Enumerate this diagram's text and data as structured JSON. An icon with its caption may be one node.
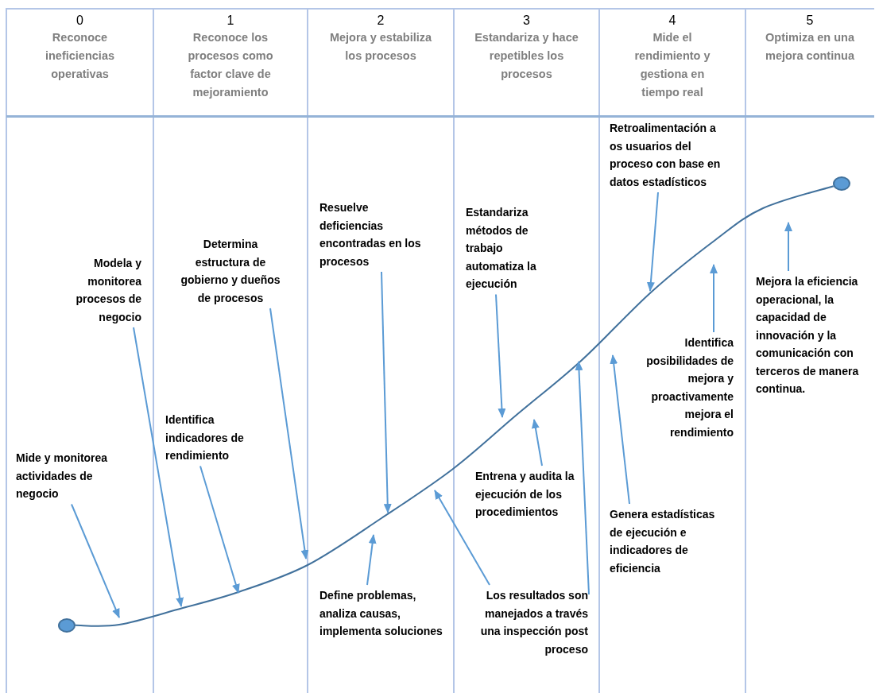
{
  "diagram": {
    "nodes": [
      {
        "text": [
          "Mide y monitorea actividades de negocio"
        ]
      },
      {
        "text": [
          "Modela y monitorea procesos de negocio"
        ]
      },
      {
        "text": [
          "Identifica indicadores de rendimiento"
        ]
      },
      {
        "text": [
          "Determina estructura de gobierno y dueños de procesos"
        ]
      },
      {
        "text": [
          "Resuelve deficiencias encontradas en los procesos"
        ]
      },
      {
        "text": [
          "Define problemas, analiza causas, implementa soluciones"
        ]
      },
      {
        "text": [
          "Estandariza métodos de trabajo automatiza la ejecución"
        ]
      },
      {
        "text": [
          "Entrena y audita la ejecución de los procedimientos"
        ]
      },
      {
        "text": [
          "Los resultados son manejados a través una inspección post proceso"
        ]
      },
      {
        "text": [
          "Retroalimentación a os usuarios del proceso con base en datos estadísticos"
        ]
      },
      {
        "text": [
          "Identifica posibilidades de mejora y proactivamente mejora el rendimiento"
        ]
      },
      {
        "text": [
          "Genera estadísticas de ejecución e indicadores de eficiencia"
        ]
      },
      {
        "text": [
          "Mejora la eficiencia operacional, la capacidad de innovación y la comunicación con terceros de manera continua."
        ]
      },
      {
        "text": [],
        "shape": "circle"
      },
      {
        "text": [],
        "shape": "circle"
      }
    ],
    "edges": [
      {
        "from": 13,
        "to": 14,
        "arrow": "none",
        "color": "#41719c"
      },
      {
        "from": 0,
        "to": null,
        "arrow": "to"
      },
      {
        "from": 1,
        "to": null,
        "arrow": "to"
      },
      {
        "from": 2,
        "to": null,
        "arrow": "to"
      },
      {
        "from": 3,
        "to": null,
        "arrow": "to"
      },
      {
        "from": 4,
        "to": null,
        "arrow": "to"
      },
      {
        "from": 5,
        "to": null,
        "arrow": "to"
      },
      {
        "from": 6,
        "to": null,
        "arrow": "to"
      },
      {
        "from": 7,
        "to": null,
        "arrow": "to"
      },
      {
        "from": 8,
        "to": null,
        "arrow": "to"
      },
      {
        "from": 8,
        "to": null,
        "arrow": "to"
      },
      {
        "from": 9,
        "to": null,
        "arrow": "to"
      },
      {
        "from": 10,
        "to": null,
        "arrow": "to"
      },
      {
        "from": 11,
        "to": null,
        "arrow": "to"
      },
      {
        "from": 12,
        "to": null,
        "arrow": "to"
      }
    ],
    "labels": [
      "0",
      "Reconoce ineficiencias operativas",
      "1",
      "Reconoce los procesos como factor clave de mejoramiento",
      "2",
      "Mejora y estabiliza los procesos",
      "3",
      "Estandariza y hace repetibles los procesos",
      "4",
      "Mide el rendimiento y gestiona en tiempo real",
      "5",
      "Optimiza en una mejora continua"
    ]
  }
}
